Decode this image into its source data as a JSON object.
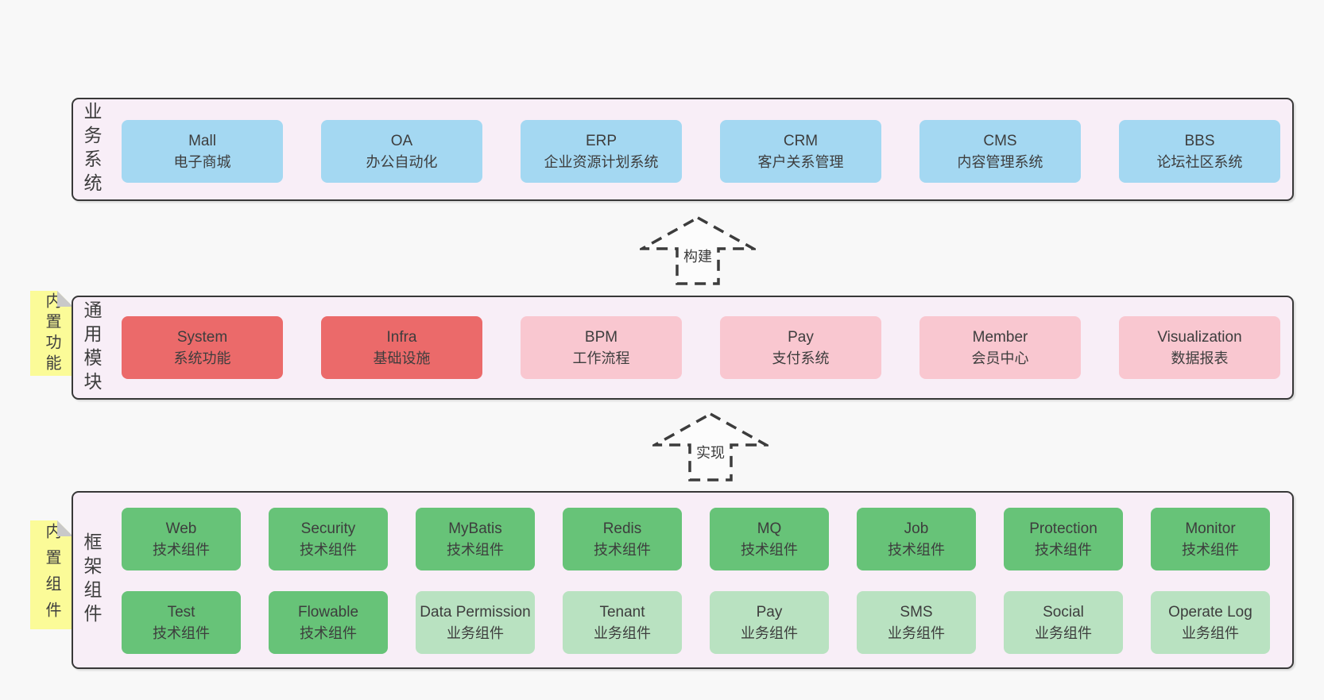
{
  "colors": {
    "page_bg": "#f8f8f8",
    "container_bg": "#f8eef7",
    "border": "#383838",
    "text": "#3d3d3d",
    "blue": "#a4d8f2",
    "red": "#eb6a6a",
    "pink": "#f9c7d0",
    "green": "#67c378",
    "green_light": "#b9e2c1",
    "sticky_bg": "#fbfb98",
    "sticky_fold": "#c9c9c9",
    "arrow_fill": "#fcfcfc",
    "arrow_stroke": "#3c3c3c"
  },
  "arrows": [
    {
      "label": "构建"
    },
    {
      "label": "实现"
    }
  ],
  "layers": [
    {
      "label": "业务系统",
      "sticky": null,
      "rows": [
        [
          {
            "title": "Mall",
            "subtitle": "电子商城",
            "variant": "blue"
          },
          {
            "title": "OA",
            "subtitle": "办公自动化",
            "variant": "blue"
          },
          {
            "title": "ERP",
            "subtitle": "企业资源计划系统",
            "variant": "blue"
          },
          {
            "title": "CRM",
            "subtitle": "客户关系管理",
            "variant": "blue"
          },
          {
            "title": "CMS",
            "subtitle": "内容管理系统",
            "variant": "blue"
          },
          {
            "title": "BBS",
            "subtitle": "论坛社区系统",
            "variant": "blue"
          }
        ]
      ]
    },
    {
      "label": "通用模块",
      "sticky": "内置功能",
      "rows": [
        [
          {
            "title": "System",
            "subtitle": "系统功能",
            "variant": "red"
          },
          {
            "title": "Infra",
            "subtitle": "基础设施",
            "variant": "red"
          },
          {
            "title": "BPM",
            "subtitle": "工作流程",
            "variant": "pink"
          },
          {
            "title": "Pay",
            "subtitle": "支付系统",
            "variant": "pink"
          },
          {
            "title": "Member",
            "subtitle": "会员中心",
            "variant": "pink"
          },
          {
            "title": "Visualization",
            "subtitle": "数据报表",
            "variant": "pink"
          }
        ]
      ]
    },
    {
      "label": "框架组件",
      "sticky": "内置组件",
      "rows": [
        [
          {
            "title": "Web",
            "subtitle": "技术组件",
            "variant": "green"
          },
          {
            "title": "Security",
            "subtitle": "技术组件",
            "variant": "green"
          },
          {
            "title": "MyBatis",
            "subtitle": "技术组件",
            "variant": "green"
          },
          {
            "title": "Redis",
            "subtitle": "技术组件",
            "variant": "green"
          },
          {
            "title": "MQ",
            "subtitle": "技术组件",
            "variant": "green"
          },
          {
            "title": "Job",
            "subtitle": "技术组件",
            "variant": "green"
          },
          {
            "title": "Protection",
            "subtitle": "技术组件",
            "variant": "green"
          },
          {
            "title": "Monitor",
            "subtitle": "技术组件",
            "variant": "green"
          }
        ],
        [
          {
            "title": "Test",
            "subtitle": "技术组件",
            "variant": "green"
          },
          {
            "title": "Flowable",
            "subtitle": "技术组件",
            "variant": "green"
          },
          {
            "title": "Data Permission",
            "subtitle": "业务组件",
            "variant": "green-light"
          },
          {
            "title": "Tenant",
            "subtitle": "业务组件",
            "variant": "green-light"
          },
          {
            "title": "Pay",
            "subtitle": "业务组件",
            "variant": "green-light"
          },
          {
            "title": "SMS",
            "subtitle": "业务组件",
            "variant": "green-light"
          },
          {
            "title": "Social",
            "subtitle": "业务组件",
            "variant": "green-light"
          },
          {
            "title": "Operate Log",
            "subtitle": "业务组件",
            "variant": "green-light"
          }
        ]
      ]
    }
  ]
}
